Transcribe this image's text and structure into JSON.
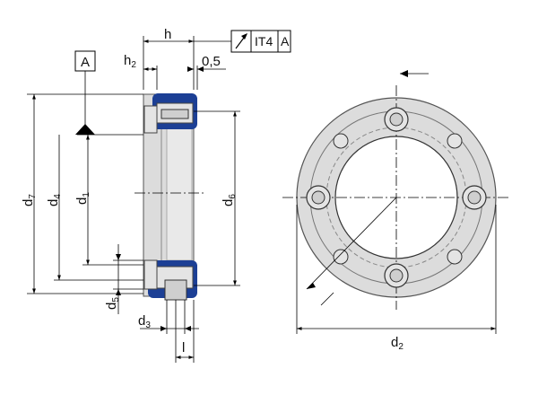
{
  "colors": {
    "metal": "#d8d8d8",
    "metal_edge": "#9a9a9a",
    "seal_blue": "#1c3f95",
    "line": "#000000"
  },
  "datum": {
    "letter": "A"
  },
  "tolerance_frame": {
    "symbol": "circular-runout-arrow-icon",
    "grade": "IT4",
    "datum_ref": "A"
  },
  "dimensions": {
    "h": {
      "base": "h",
      "sub": ""
    },
    "h2": {
      "base": "h",
      "sub": "2"
    },
    "offset": "0,5",
    "d7": {
      "base": "d",
      "sub": "7"
    },
    "d4": {
      "base": "d",
      "sub": "4"
    },
    "d1": {
      "base": "d",
      "sub": "1"
    },
    "d6": {
      "base": "d",
      "sub": "6"
    },
    "d5": {
      "base": "d",
      "sub": "5"
    },
    "d3": {
      "base": "d",
      "sub": "3"
    },
    "l": {
      "base": "l",
      "sub": ""
    },
    "d2": {
      "base": "d",
      "sub": "2"
    }
  }
}
